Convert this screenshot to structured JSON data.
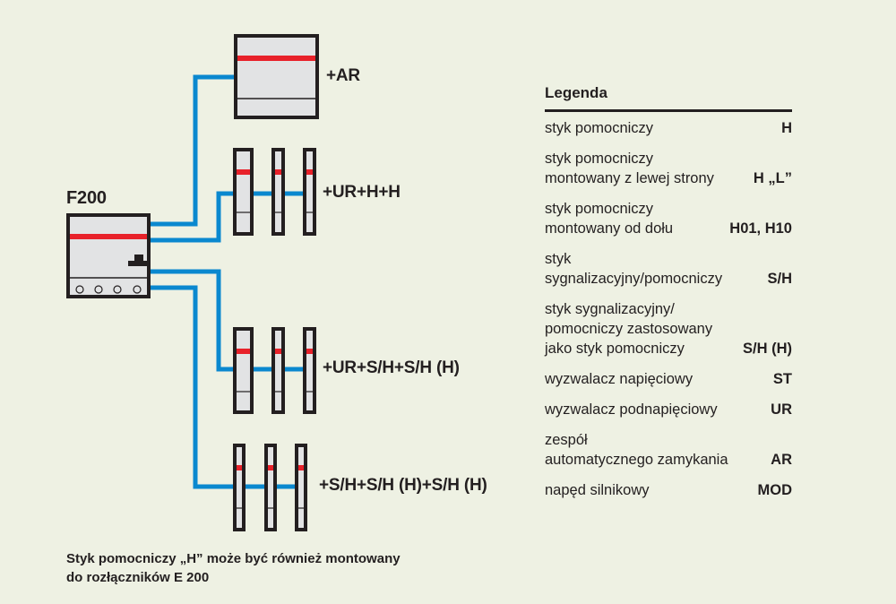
{
  "colors": {
    "background": "#eef1e3",
    "wire": "#0a88cf",
    "module_fill": "#e2e3e4",
    "module_stroke": "#231f20",
    "indicator": "#e8212a"
  },
  "device": {
    "label": "F200"
  },
  "groups": [
    {
      "label": "+AR"
    },
    {
      "label": "+UR+H+H"
    },
    {
      "label": "+UR+S/H+S/H (H)"
    },
    {
      "label": "+S/H+S/H (H)+S/H (H)"
    }
  ],
  "note": {
    "line1": "Styk pomocniczy „H” może być również montowany",
    "line2": "do rozłączników E 200"
  },
  "legend": {
    "title": "Legenda",
    "items": [
      {
        "desc": "styk pomocniczy",
        "code": "H"
      },
      {
        "desc": "styk pomocniczy\nmontowany z lewej strony",
        "code": "H „L”"
      },
      {
        "desc": "styk pomocniczy\nmontowany od dołu",
        "code": "H01, H10"
      },
      {
        "desc": "styk\nsygnalizacyjny/pomocniczy",
        "code": "S/H"
      },
      {
        "desc": "styk sygnalizacyjny/\npomocniczy zastosowany\njako styk pomocniczy",
        "code": "S/H (H)"
      },
      {
        "desc": "wyzwalacz napięciowy",
        "code": "ST"
      },
      {
        "desc": "wyzwalacz podnapięciowy",
        "code": "UR"
      },
      {
        "desc": "zespół\nautomatycznego zamykania",
        "code": "AR"
      },
      {
        "desc": "napęd silnikowy",
        "code": "MOD"
      }
    ]
  }
}
